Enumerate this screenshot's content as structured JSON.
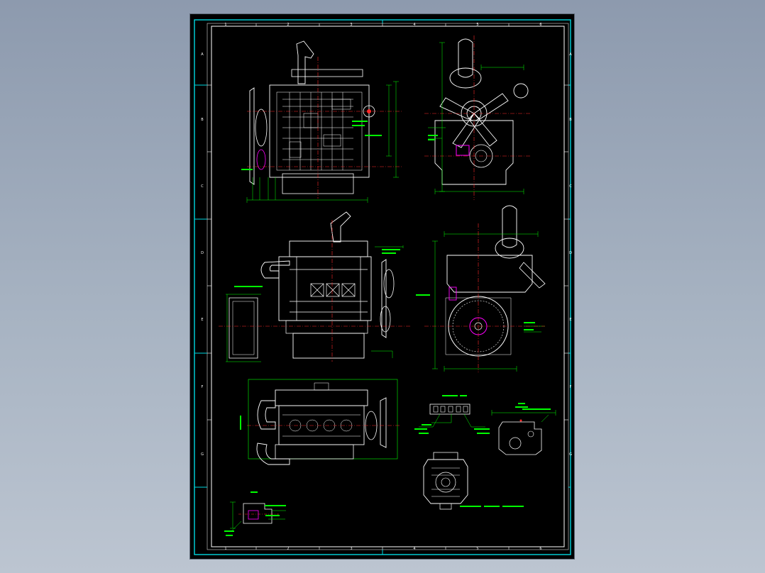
{
  "drawing": {
    "column_markers": [
      "1",
      "2",
      "3",
      "4",
      "5",
      "6"
    ],
    "row_markers": [
      "A",
      "B",
      "C",
      "D",
      "E",
      "F",
      "G"
    ],
    "colors": {
      "viewport_bg": "#000000",
      "inner_frame": "#00ffff",
      "outline": "#ffffff",
      "dimension": "#00ff00",
      "centerline": "#ff0000",
      "note": "#00ff00",
      "highlight": "#ff00ff",
      "environment_bg": "#99a5b6"
    }
  }
}
